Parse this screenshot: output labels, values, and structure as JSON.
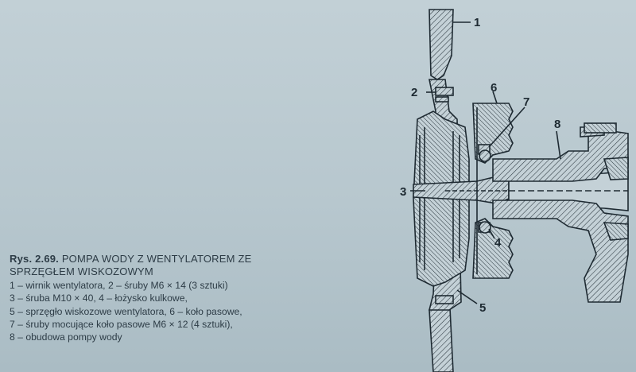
{
  "caption": {
    "figure_number": "Rys. 2.69.",
    "title_line1": "POMPA WODY Z WENTYLATOREM ZE",
    "title_line2": "SPRZĘGŁEM WISKOZOWYM",
    "legend_lines": [
      "1 – wirnik wentylatora, 2 – śruby M6 × 14 (3 sztuki)",
      "3 – śruba M10 × 40, 4 – łożysko kulkowe,",
      "5 – sprzęgło wiskozowe wentylatora, 6 – koło pasowe,",
      "7 – śruby mocujące koło pasowe M6 × 12 (4 sztuki),",
      "8 – obudowa pompy wody"
    ]
  },
  "callouts": [
    "1",
    "2",
    "3",
    "4",
    "5",
    "6",
    "7",
    "8"
  ],
  "colors": {
    "background": "#b9c8cf",
    "line": "#1e2a32",
    "text": "#2d3c46"
  }
}
